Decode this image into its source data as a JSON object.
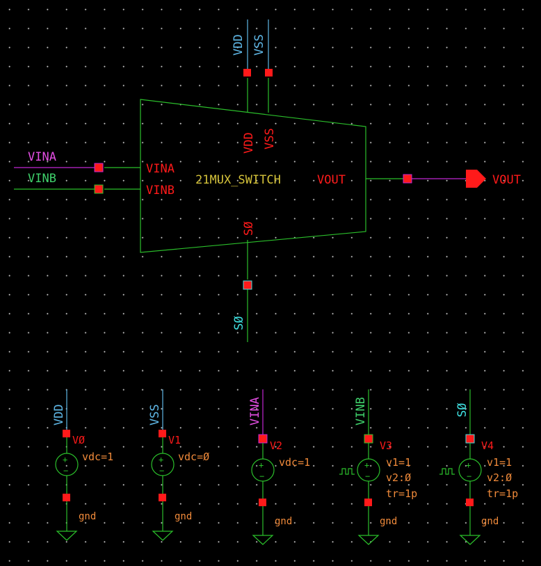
{
  "colors": {
    "wire": "#2bbf2b",
    "pin": "#ff1a1a",
    "net_label_blue": "#5fb7e6",
    "net_label_cyan": "#3fe0e0",
    "net_label_magenta": "#e34ee3",
    "net_label_green": "#3fd16b",
    "instance_label": "#d4c23a",
    "param_text": "#f08a3a",
    "net_wire_magenta": "#c026d3",
    "grid_dot": "#bdbdbd"
  },
  "mux": {
    "name": "21MUX_SWITCH",
    "pins": {
      "vdd": "VDD",
      "vss": "VSS",
      "vina": "VINA",
      "vinb": "VINB",
      "s0": "SØ",
      "vout": "VOUT"
    }
  },
  "nets": {
    "vdd": "VDD",
    "vss": "VSS",
    "vina": "VINA",
    "vinb": "VINB",
    "s0": "SØ",
    "vout": "VOUT"
  },
  "sources": [
    {
      "id": "v0",
      "name": "VØ",
      "net": "VDD",
      "params": [
        "vdc=1"
      ],
      "gnd": "gnd",
      "pulse": false
    },
    {
      "id": "v1",
      "name": "V1",
      "net": "VSS",
      "params": [
        "vdc=Ø"
      ],
      "gnd": "gnd",
      "pulse": false
    },
    {
      "id": "v2",
      "name": "V2",
      "net": "VINA",
      "params": [
        "vdc=1"
      ],
      "gnd": "gnd",
      "pulse": false
    },
    {
      "id": "v3",
      "name": "V3",
      "net": "VINB",
      "params": [
        "v1=1",
        "v2:Ø",
        "tr=1p"
      ],
      "gnd": "gnd",
      "pulse": true
    },
    {
      "id": "v4",
      "name": "V4",
      "net": "SØ",
      "params": [
        "v1=1",
        "v2:Ø",
        "tr=1p"
      ],
      "gnd": "gnd",
      "pulse": true
    }
  ]
}
